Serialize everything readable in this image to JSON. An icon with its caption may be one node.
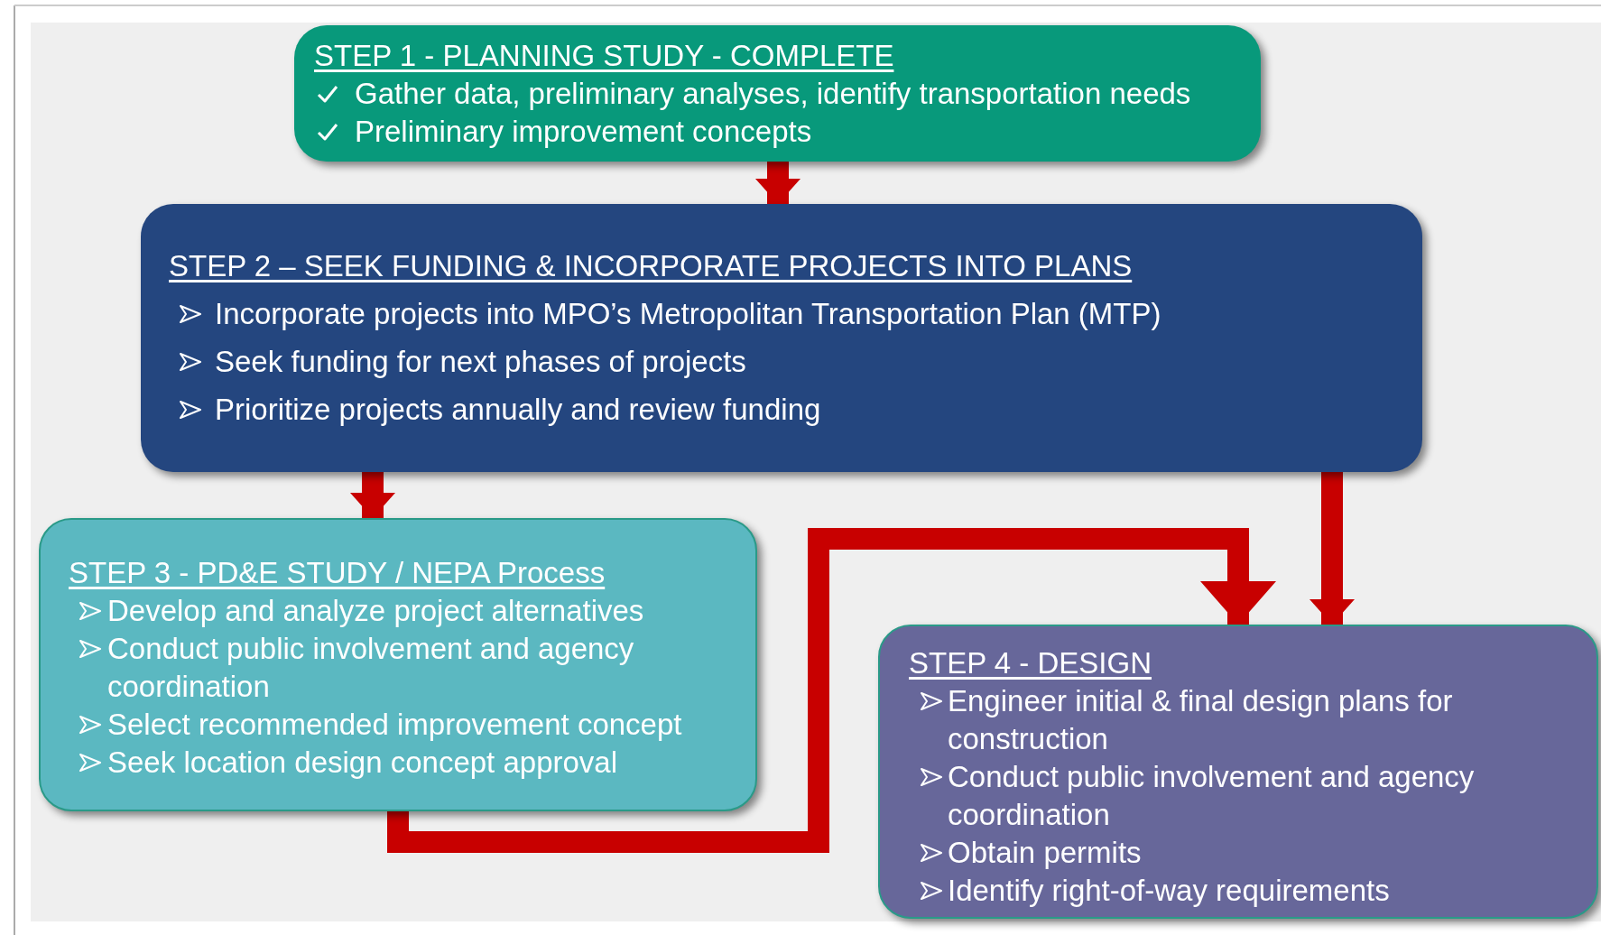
{
  "diagram": {
    "nodes": [
      {
        "text": [
          "STEP 1 - PLANNING STUDY - COMPLETE",
          "Gather data, preliminary analyses, identify transportation needs",
          "Preliminary improvement concepts"
        ]
      },
      {
        "text": [
          "STEP 2 – SEEK FUNDING & INCORPORATE PROJECTS INTO PLANS",
          "Incorporate projects into MPO’s Metropolitan Transportation Plan (MTP)",
          "Seek funding for next phases of projects",
          "Prioritize projects annually and review funding"
        ]
      },
      {
        "text": [
          "STEP 3 - PD&E STUDY / NEPA Process",
          "Develop and analyze project alternatives",
          "Conduct public involvement and agency coordination",
          "Select recommended improvement concept",
          "Seek location design concept approval"
        ]
      },
      {
        "text": [
          "STEP 4 - DESIGN",
          "Engineer initial & final design plans for construction",
          "Conduct public involvement and agency coordination",
          "Obtain permits",
          "Identify right-of-way requirements"
        ]
      }
    ],
    "edges": [
      {
        "from": 0,
        "to": 1,
        "arrow": "to"
      },
      {
        "from": 1,
        "to": 2,
        "arrow": "to"
      },
      {
        "from": 1,
        "to": 3,
        "arrow": "to"
      },
      {
        "from": 2,
        "to": 3,
        "arrow": "to"
      }
    ]
  }
}
